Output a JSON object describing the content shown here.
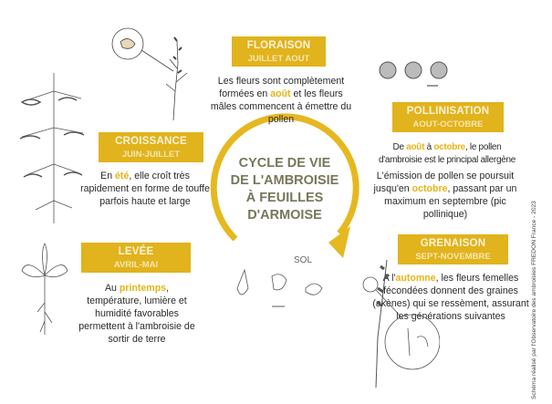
{
  "center_title": [
    "CYCLE DE VIE",
    "DE L'AMBROISIE",
    "À FEUILLES",
    "D'ARMOISE"
  ],
  "soil_label": "SOL",
  "credit": "Schéma réalisé par l'Observatoire des ambroisies FREDON France - 2023",
  "colors": {
    "accent": "#e1b31c",
    "ring": "#e6b820",
    "highlight": "#e6b418",
    "title": "#77775a"
  },
  "stages": {
    "floraison": {
      "title": "FLORAISON",
      "period": "JUILLET AOUT",
      "text": {
        "a": "Les fleurs sont complètement formées en ",
        "hl": "août",
        "b": " et les fleurs mâles commencent à émettre du pollen"
      }
    },
    "pollinisation": {
      "title": "POLLINISATION",
      "period": "AOUT-OCTOBRE",
      "text1": {
        "a": "De ",
        "hl1": "août",
        "b": " à ",
        "hl2": "octobre",
        "c": ", le pollen d'ambroisie est le principal allergène"
      },
      "text2": {
        "a": "L'émission de pollen se poursuit jusqu'en ",
        "hl": "octobre",
        "b": ", passant par un maximum en septembre (pic pollinique)"
      }
    },
    "grenaison": {
      "title": "GRENAISON",
      "period": "SEPT-NOVEMBRE",
      "text": {
        "a": "A l'",
        "hl": "automne",
        "b": ", les fleurs femelles fécondées donnent des graines (akènes) qui se ressèment, assurant les générations suivantes"
      }
    },
    "croissance": {
      "title": "CROISSANCE",
      "period": "JUIN-JUILLET",
      "text": {
        "a": "En ",
        "hl": "été",
        "b": ", elle croît très rapidement en forme de touffe parfois haute et large"
      }
    },
    "levee": {
      "title": "LEVÉE",
      "period": "AVRIL-MAI",
      "text": {
        "a": "Au ",
        "hl": "printemps",
        "b": ", température, lumière et humidité favorables permettent à l'ambroisie de sortir de terre"
      }
    }
  }
}
